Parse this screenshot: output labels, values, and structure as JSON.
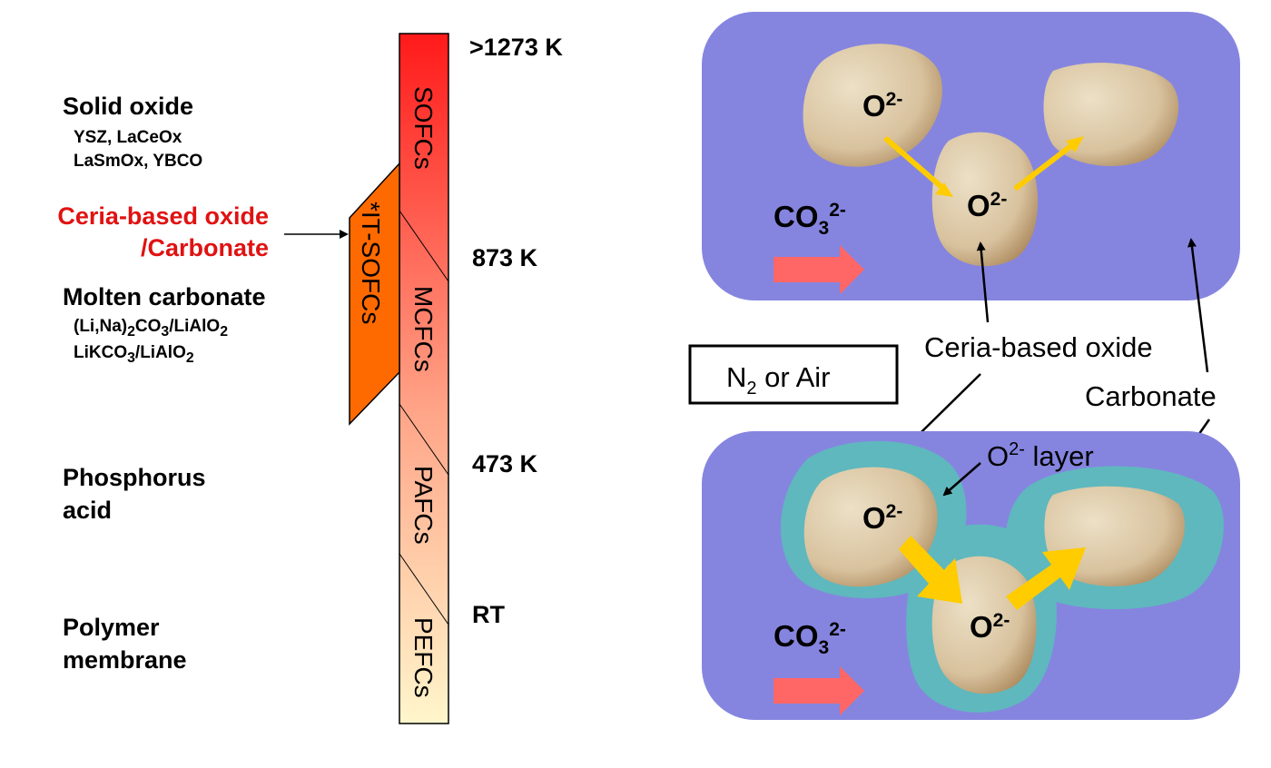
{
  "left_labels": {
    "solid_oxide": {
      "title": "Solid oxide",
      "line1": "YSZ, LaCeOx",
      "line2": "LaSmOx, YBCO"
    },
    "ceria_carbonate": {
      "line1": "Ceria-based oxide",
      "line2": "/Carbonate"
    },
    "molten_carbonate": {
      "title": "Molten carbonate",
      "line1_a": "(Li,Na)",
      "line1_sub": "2",
      "line1_b": "CO",
      "line1_sub2": "3",
      "line1_c": "/LiAlO",
      "line1_sub3": "2",
      "line2_a": "LiKCO",
      "line2_sub": "3",
      "line2_b": "/LiAlO",
      "line2_sub2": "2"
    },
    "phosphorus": {
      "line1": "Phosphorus",
      "line2": "acid"
    },
    "polymer": {
      "line1": "Polymer",
      "line2": "membrane"
    }
  },
  "temperature_bar": {
    "segments": [
      "SOFCs",
      "MCFCs",
      "PAFCs",
      "PEFCs"
    ],
    "it_label": "*IT-SOFCs",
    "temps": [
      ">1273 K",
      "873 K",
      "473 K",
      "RT"
    ],
    "colors": {
      "top": "#ff1a1a",
      "mid": "#ff9a7a",
      "bottom": "#fff6cc",
      "it_fill": "#ff6a00"
    }
  },
  "right_panel": {
    "ion_o": "O",
    "ion_o_sup": "2-",
    "ion_co3": "CO",
    "ion_co3_sub": "3",
    "ion_co3_sup": "2-",
    "gas_box": {
      "text_a": "N",
      "text_sub": "2",
      "text_b": " or Air"
    },
    "label_ceria": "Ceria-based oxide",
    "label_carbonate": "Carbonate",
    "label_layer_a": "O",
    "label_layer_sup": "2-",
    "label_layer_b": " layer",
    "colors": {
      "panel": "#8585e0",
      "layer": "#5fb8bd",
      "particle": "#e0cdb0",
      "arrow_yellow": "#ffcc00",
      "arrow_red": "#ff6666"
    }
  }
}
